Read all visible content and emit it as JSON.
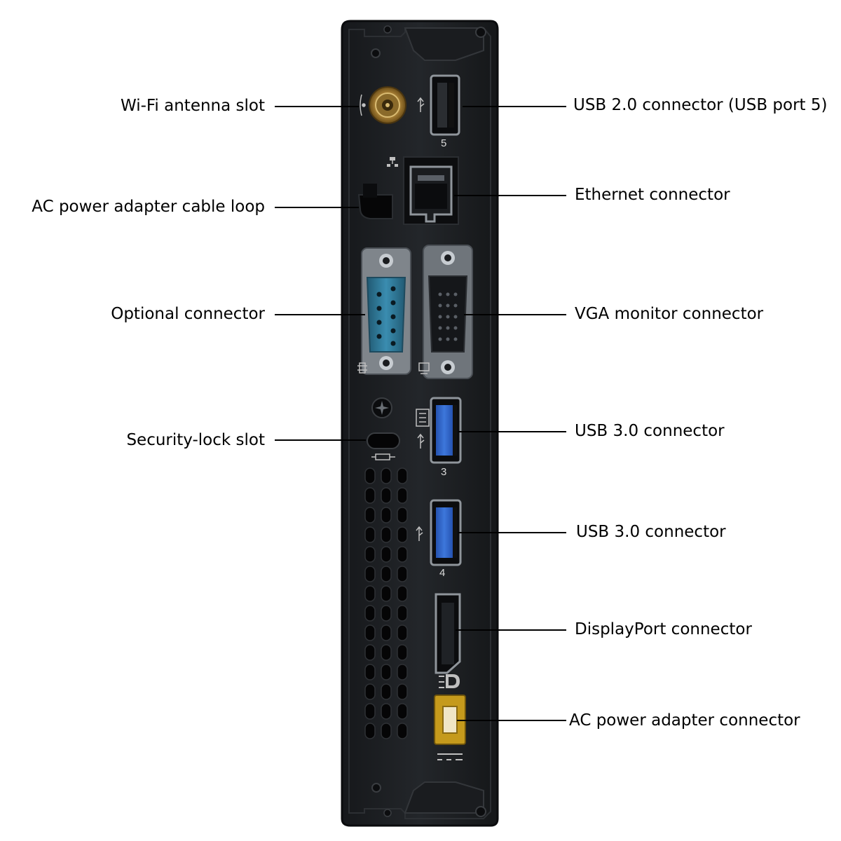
{
  "callouts": {
    "left": [
      {
        "label": "Wi-Fi antenna slot"
      },
      {
        "label": "AC power adapter cable loop"
      },
      {
        "label": "Optional connector"
      },
      {
        "label": "Security-lock slot"
      }
    ],
    "right": [
      {
        "label": "USB 2.0 connector (USB port 5)"
      },
      {
        "label": "Ethernet connector"
      },
      {
        "label": "VGA monitor connector"
      },
      {
        "label": "USB 3.0 connector"
      },
      {
        "label": "USB 3.0 connector"
      },
      {
        "label": "DisplayPort connector"
      },
      {
        "label": "AC power adapter connector"
      }
    ]
  },
  "port_numbers": {
    "usb2": "5",
    "usb3_a": "3",
    "usb3_b": "4"
  },
  "colors": {
    "chassis": "#1d1f22",
    "chassis_edge": "#0b0c0e",
    "serial_port": "#2f7a9a",
    "usb3_blue": "#2f63c8",
    "power_port": "#c59a1c",
    "antenna_gold": "#b58b3d",
    "leader_line": "#000000"
  },
  "icons": [
    "wifi-antenna-icon",
    "usb-icon",
    "ethernet-icon",
    "serial-icon",
    "monitor-icon",
    "keyboard-icon",
    "lock-icon",
    "displayport-icon",
    "power-icon"
  ]
}
